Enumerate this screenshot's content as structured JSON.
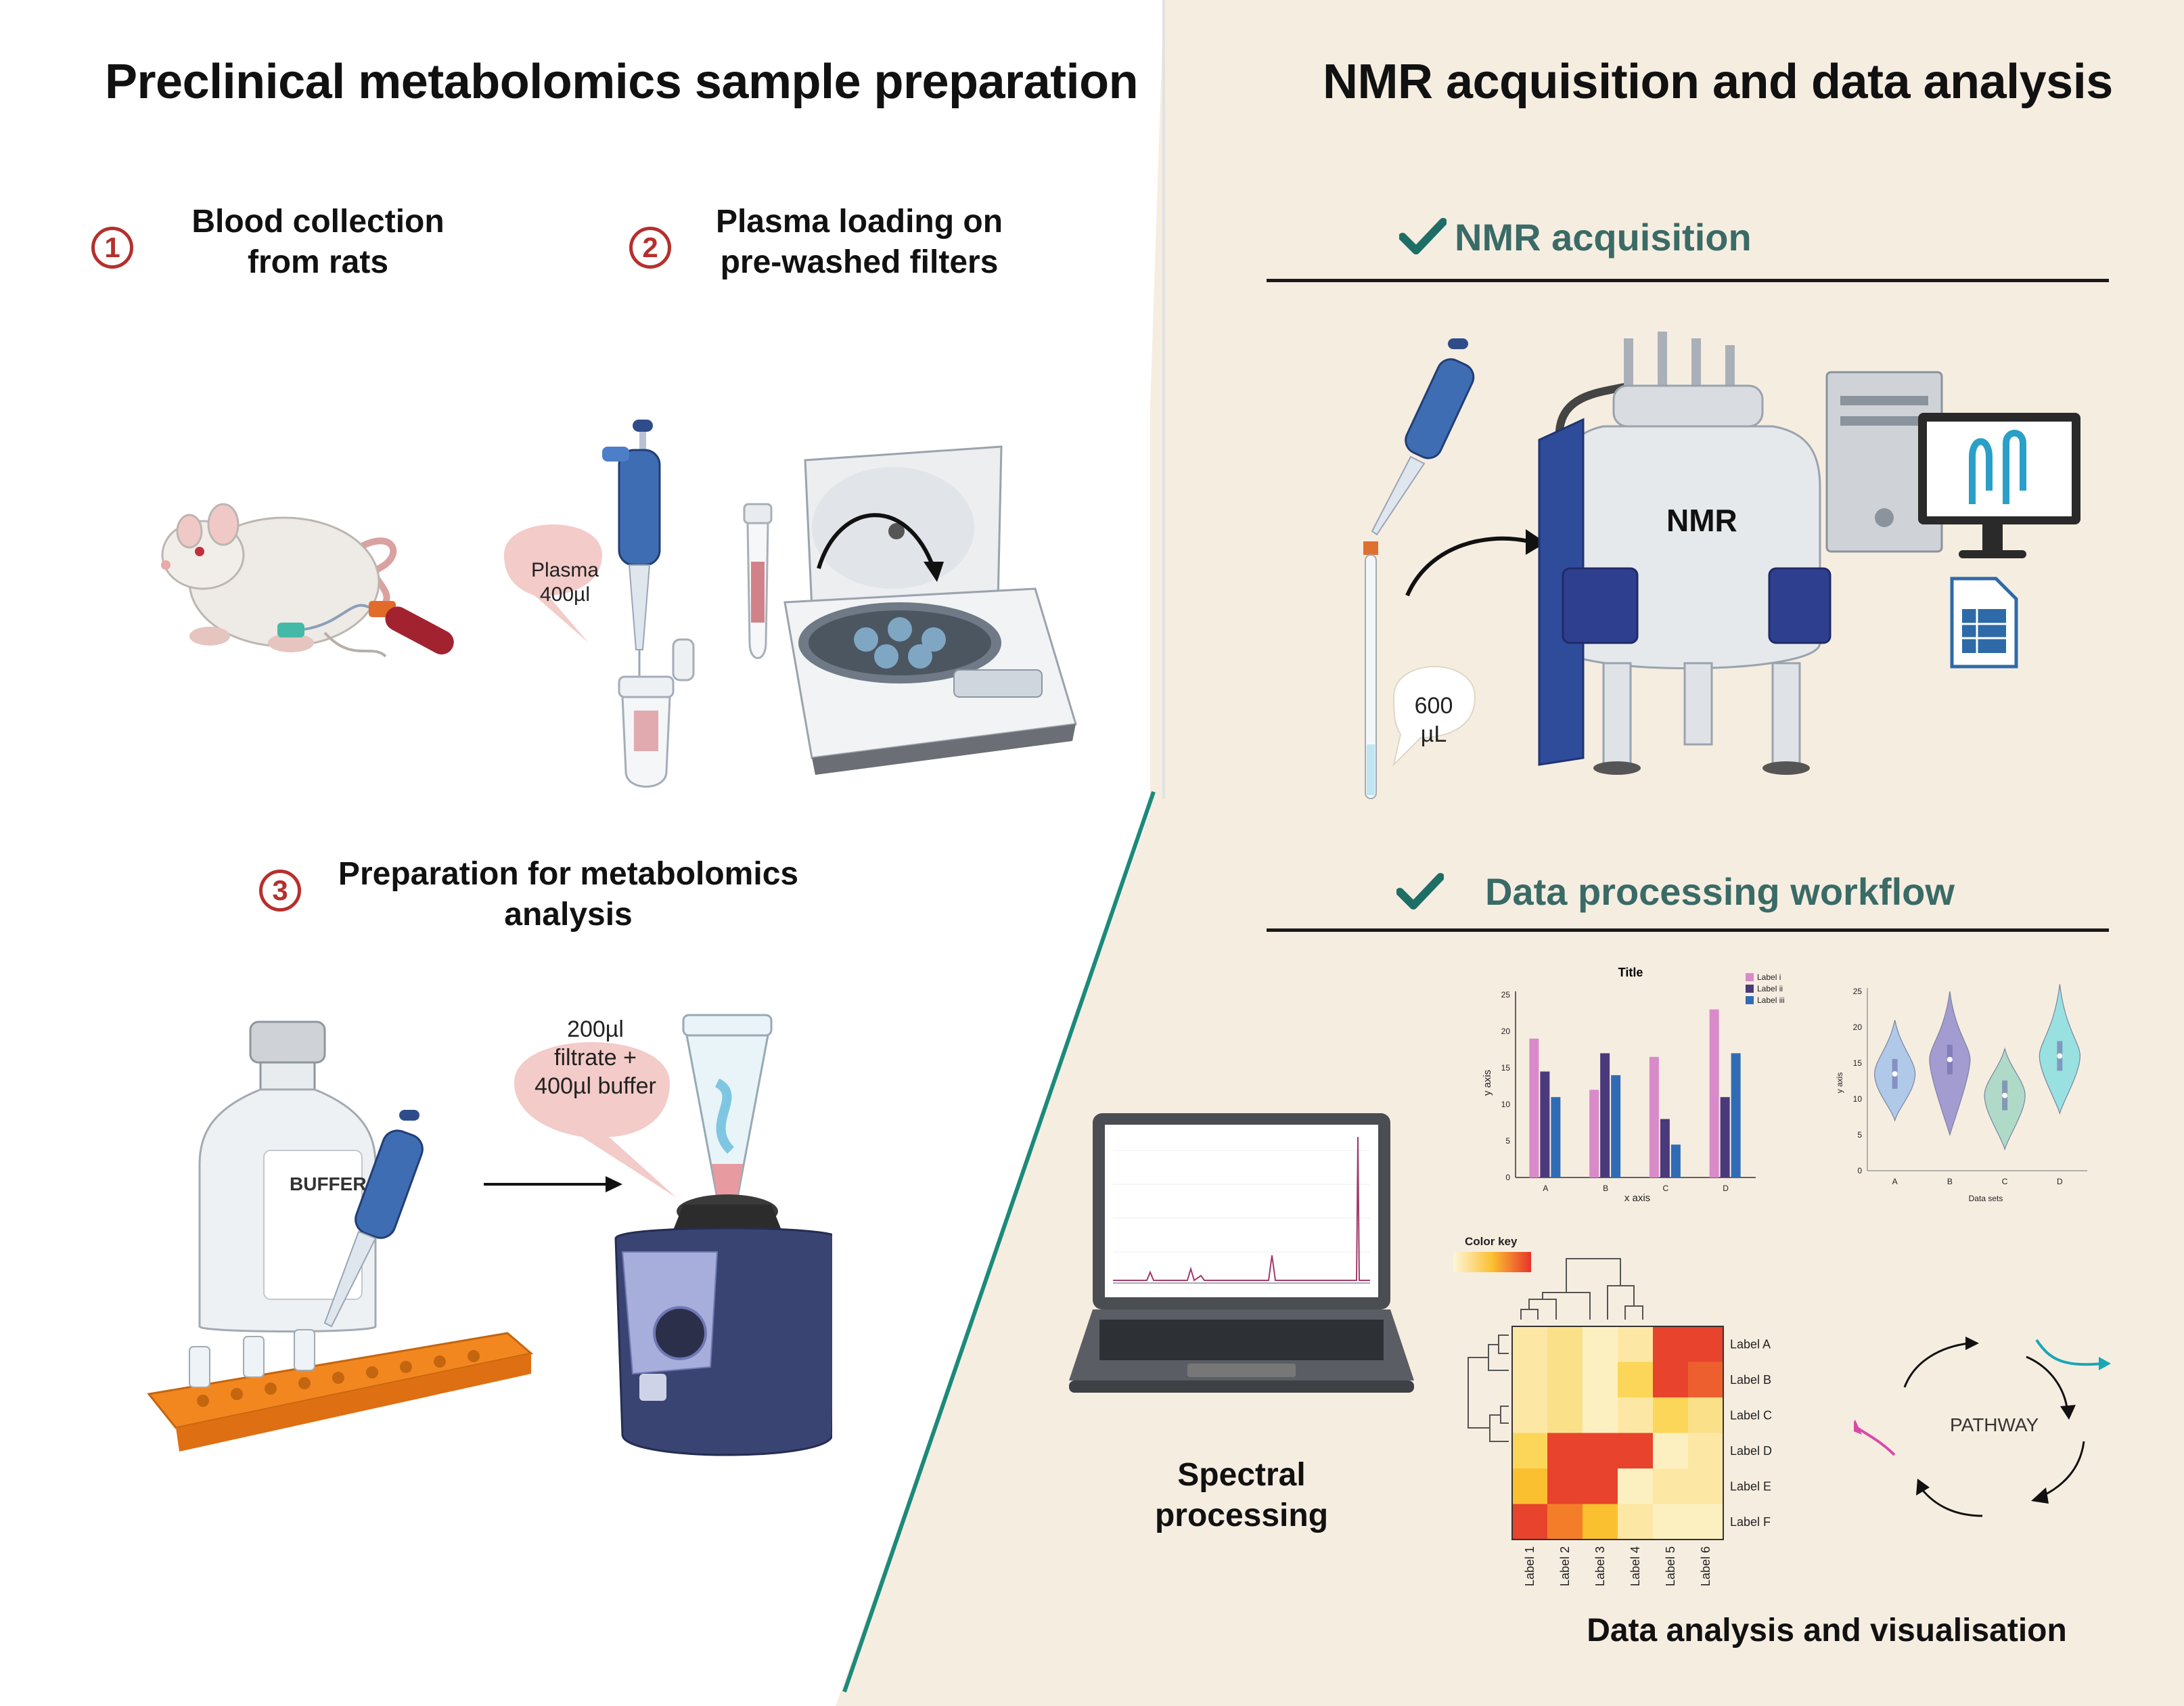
{
  "left_title": "Preclinical metabolomics sample preparation",
  "right_title": "NMR acquisition and data analysis",
  "steps": [
    {
      "num": "1",
      "label_l1": "Blood collection",
      "label_l2": "from rats"
    },
    {
      "num": "2",
      "label_l1": "Plasma loading on",
      "label_l2": "pre-washed filters"
    },
    {
      "num": "3",
      "label_l1": "Preparation for metabolomics",
      "label_l2": "analysis"
    }
  ],
  "bubbles": {
    "plasma_l1": "Plasma",
    "plasma_l2": "400µl",
    "filtrate_l1": "200µl",
    "filtrate_l2": "filtrate +",
    "filtrate_l3": "400µl buffer",
    "nmr_vol_l1": "600",
    "nmr_vol_l2": "µL"
  },
  "buffer_label": "BUFFER",
  "nmr_label": "NMR",
  "sections": {
    "nmr_acquisition": "NMR acquisition",
    "data_processing": "Data processing workflow"
  },
  "spectral_l1": "Spectral",
  "spectral_l2": "processing",
  "analysis_label": "Data analysis and visualisation",
  "pathway_label": "PATHWAY",
  "colors": {
    "step_red": "#b5302e",
    "section_teal": "#3a6b66",
    "right_bg": "#f6ede1",
    "divider_teal": "#1b8a7a"
  },
  "chart_data": [
    {
      "type": "bar",
      "title": "Title",
      "xlabel": "x axis",
      "ylabel": "y axis",
      "ylim": [
        0,
        25
      ],
      "yticks": [
        0,
        5,
        10,
        15,
        20,
        25
      ],
      "categories": [
        "A",
        "B",
        "C",
        "D"
      ],
      "series": [
        {
          "name": "Label i",
          "color": "#d98ac9",
          "values": [
            19,
            12,
            16.5,
            23
          ]
        },
        {
          "name": "Label ii",
          "color": "#4a3a7a",
          "values": [
            14.5,
            17,
            8,
            11
          ]
        },
        {
          "name": "Label iii",
          "color": "#2f6cb5",
          "values": [
            11,
            14,
            4.5,
            17
          ]
        }
      ],
      "legend": "top-right"
    },
    {
      "type": "violin",
      "xlabel": "Data sets",
      "ylabel": "y axis",
      "ylim": [
        0,
        25
      ],
      "yticks": [
        0,
        5,
        10,
        15,
        20,
        25
      ],
      "categories": [
        "A",
        "B",
        "C",
        "D"
      ],
      "colors": [
        "#a9c6ea",
        "#9a94cf",
        "#a9d8c6",
        "#8fe0e0"
      ],
      "medians": [
        13.5,
        15.5,
        10.5,
        16
      ],
      "ranges": [
        [
          7,
          21
        ],
        [
          5,
          25
        ],
        [
          3,
          17
        ],
        [
          8,
          26
        ]
      ]
    },
    {
      "type": "heatmap",
      "title": "Color key",
      "rows": [
        "Label A",
        "Label B",
        "Label C",
        "Label D",
        "Label E",
        "Label F"
      ],
      "columns": [
        "Label 1",
        "Label 2",
        "Label 3",
        "Label 4",
        "Label 5",
        "Label 6"
      ],
      "cell_colors": [
        [
          "#fde7a4",
          "#fbe08a",
          "#fdf0c0",
          "#fde7a4",
          "#e8432c",
          "#e8432c"
        ],
        [
          "#fde7a4",
          "#fbe08a",
          "#fdf0c0",
          "#fcd659",
          "#e8432c",
          "#ee5f2f"
        ],
        [
          "#fde7a4",
          "#fbe08a",
          "#fdf0c0",
          "#fde7a4",
          "#fcd659",
          "#fbe08a"
        ],
        [
          "#fcd659",
          "#e8432c",
          "#e8432c",
          "#e8432c",
          "#fdf0c0",
          "#fde7a4"
        ],
        [
          "#fbc030",
          "#e8432c",
          "#e8432c",
          "#fdf0c0",
          "#fde7a4",
          "#fde7a4"
        ],
        [
          "#e8432c",
          "#f47d2a",
          "#fbc030",
          "#fde7a4",
          "#fdf0c0",
          "#fdf0c0"
        ]
      ]
    }
  ]
}
